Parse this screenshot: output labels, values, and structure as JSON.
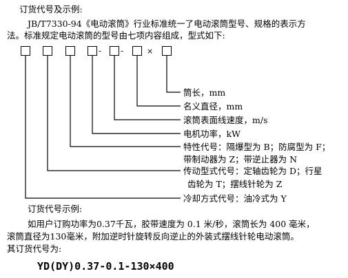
{
  "heading": "订货代号及示例:",
  "intro": {
    "line1": "JB/T7330-94《电动滚筒》行业标准统一了电动滚筒型号、规格的表示方",
    "line2": "法。标准规定电动滚筒的型号由七项内容组成，型式如下:"
  },
  "pattern": {
    "dash": "-",
    "times": "×"
  },
  "labels": [
    "筒长，mm",
    "名义直径，mm",
    "滚筒表面线速度，m/s",
    "电机功率，kW",
    "特性代号：隔爆型为 B；防腐型为 F；",
    "带制动器为 Z；带逆止器为 N",
    "传动型式代号：定轴齿轮为 D；行星",
    "齿轮为 T；摆线针轮为 Z",
    "冷却方式代号：油冷式为 Y"
  ],
  "example": {
    "title": "订货代号示例:",
    "line1": "如用户订购功率为0.37千瓦，胶带速度为 0.1 米/秒，滚筒长为 400 毫米，",
    "line2": "滚筒直径为130毫米，附加逆时针旋转反向逆止的外装式摆线针轮电动滚筒。",
    "line3": "其订货代号为:",
    "model_code": "YD(DY)0.37-0.1-130×400"
  }
}
